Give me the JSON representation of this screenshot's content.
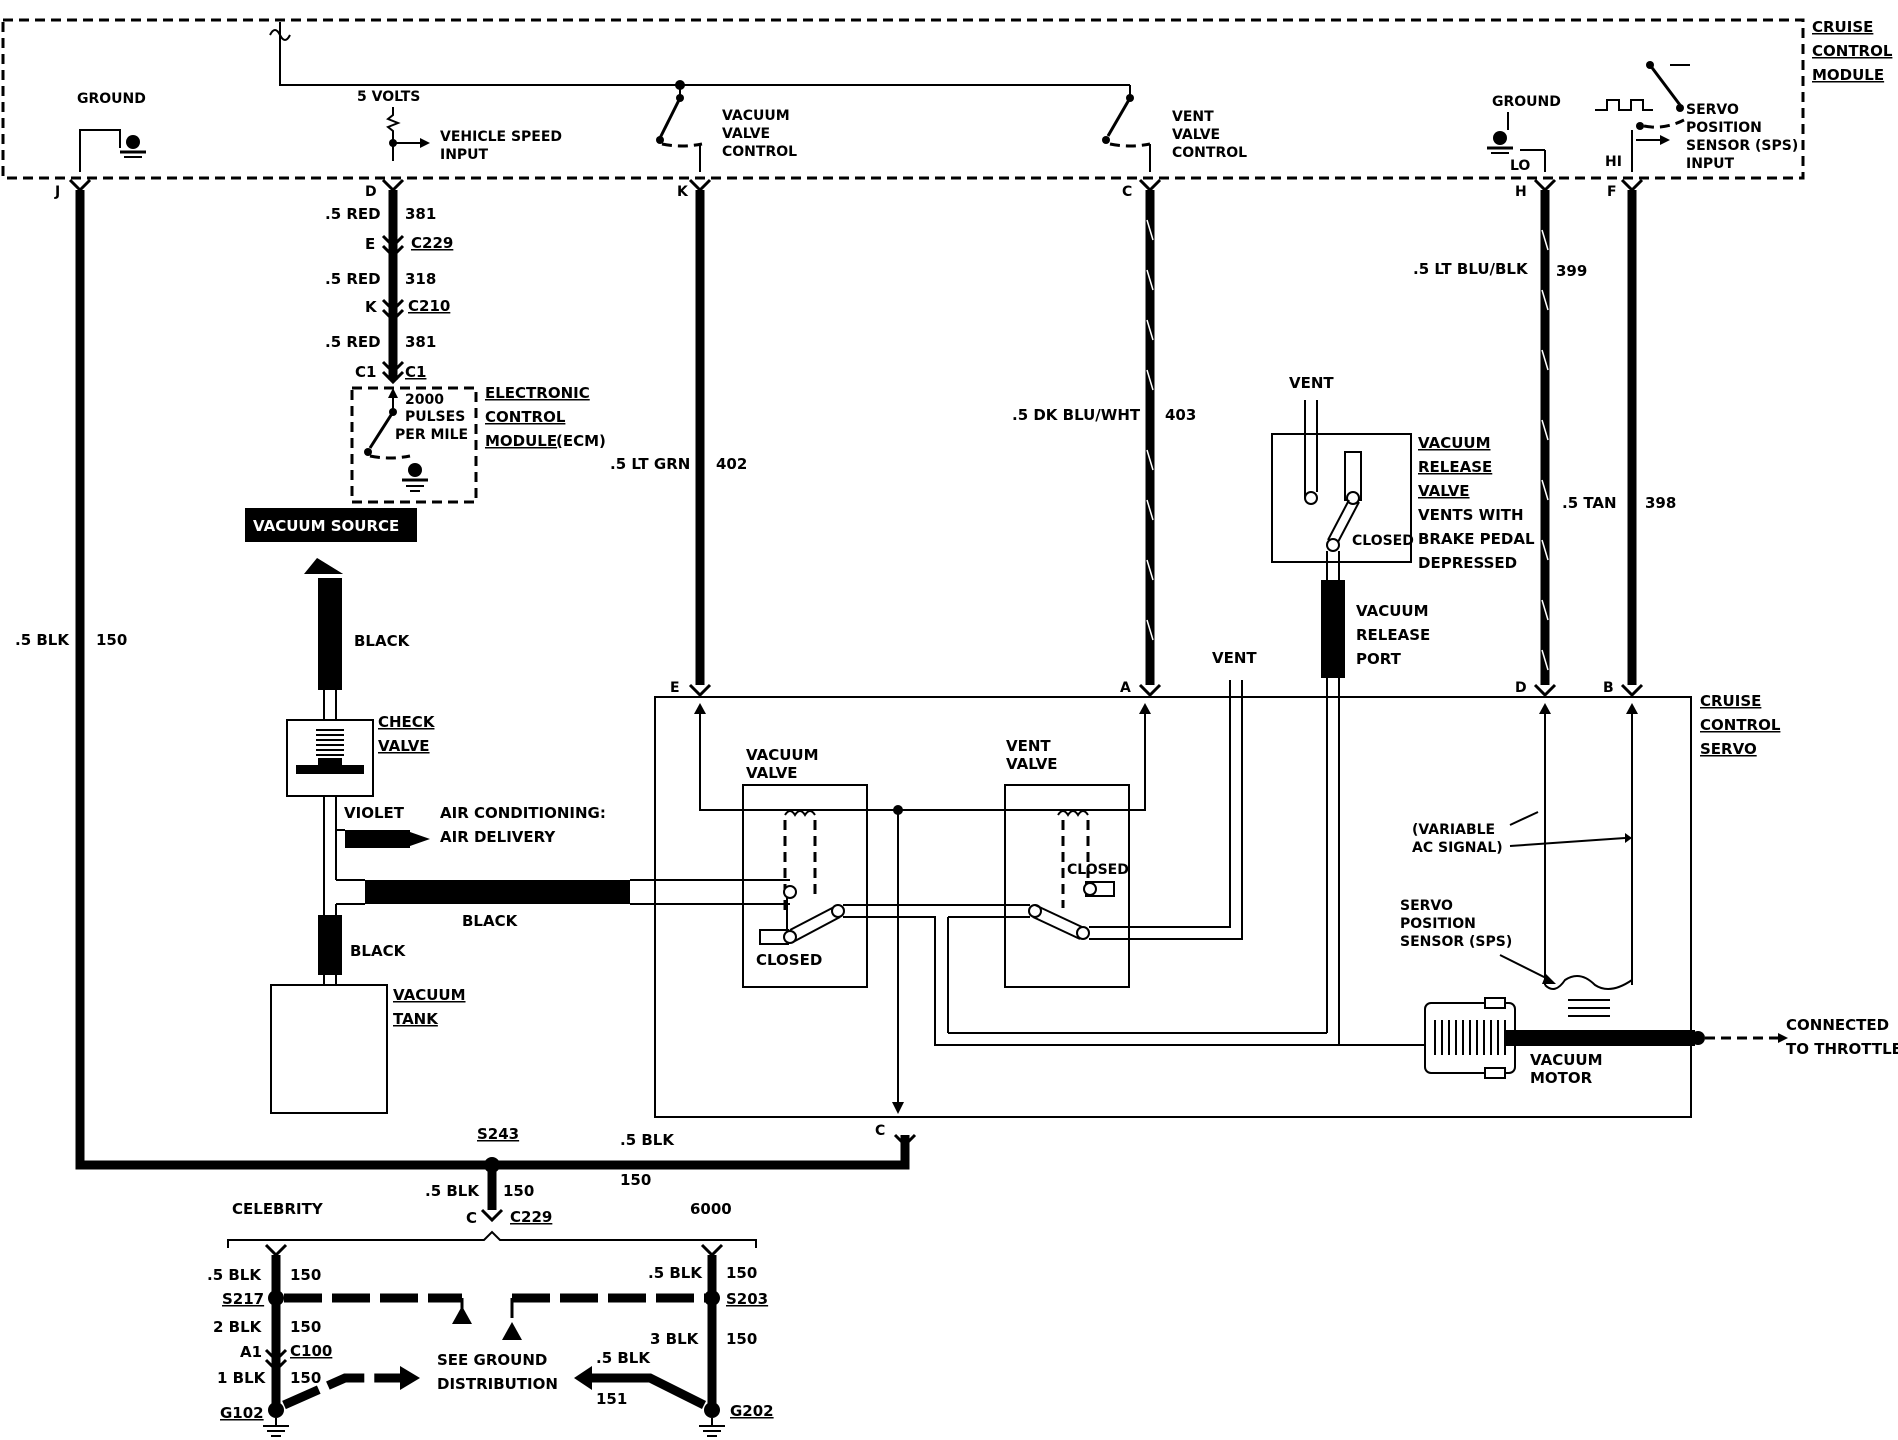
{
  "module": {
    "title_lines": [
      "CRUISE",
      "CONTROL",
      "MODULE"
    ],
    "ground": "GROUND",
    "five_volts": "5 VOLTS",
    "vss_input_lines": [
      "VEHICLE SPEED",
      "INPUT"
    ],
    "vacuum_valve_control_lines": [
      "VACUUM",
      "VALVE",
      "CONTROL"
    ],
    "vent_valve_control_lines": [
      "VENT",
      "VALVE",
      "CONTROL"
    ],
    "ground2": "GROUND",
    "lo": "LO",
    "hi": "HI",
    "sps_input_lines": [
      "SERVO",
      "POSITION",
      "SENSOR (SPS)",
      "INPUT"
    ],
    "pins": {
      "j": "J",
      "d": "D",
      "k": "K",
      "c": "C",
      "h": "H",
      "f": "F"
    }
  },
  "wires": {
    "red1": ".5 RED",
    "red1_num": "381",
    "c229_pin": "E",
    "c229": "C229",
    "red2": ".5 RED",
    "red2_num": "318",
    "c210_pin": "K",
    "c210": "C210",
    "red3": ".5 RED",
    "red3_num": "381",
    "c1_left": "C1",
    "c1_right": "C1",
    "lt_grn": ".5 LT GRN",
    "lt_grn_num": "402",
    "dk_blu": ".5 DK BLU/WHT",
    "dk_blu_num": "403",
    "lt_blu": ".5 LT BLU/BLK",
    "lt_blu_num": "399",
    "tan": ".5 TAN",
    "tan_num": "398",
    "blk": ".5 BLK",
    "blk_num": "150",
    "blk_bottom": ".5 BLK",
    "blk_bottom_num": "150"
  },
  "ecm": {
    "pulses_lines": [
      "2000",
      "PULSES",
      "PER MILE"
    ],
    "label_lines": [
      "ELECTRONIC",
      "CONTROL",
      "MODULE"
    ],
    "label_suffix": "(ECM)"
  },
  "vacuum": {
    "source": "VACUUM SOURCE",
    "black1": "BLACK",
    "check_valve_lines": [
      "CHECK",
      "VALVE"
    ],
    "violet": "VIOLET",
    "ac_lines": [
      "AIR CONDITIONING:",
      "AIR DELIVERY"
    ],
    "black2": "BLACK",
    "black3": "BLACK",
    "tank_lines": [
      "VACUUM",
      "TANK"
    ]
  },
  "release": {
    "vent": "VENT",
    "closed": "CLOSED",
    "label_lines": [
      "VACUUM",
      "RELEASE",
      "VALVE"
    ],
    "desc_lines": [
      "VENTS WITH",
      "BRAKE PEDAL",
      "DEPRESSED"
    ],
    "port_lines": [
      "VACUUM",
      "RELEASE",
      "PORT"
    ]
  },
  "servo": {
    "title_lines": [
      "CRUISE",
      "CONTROL",
      "SERVO"
    ],
    "pin_e": "E",
    "pin_a": "A",
    "pin_d": "D",
    "pin_b": "B",
    "pin_c": "C",
    "vent": "VENT",
    "vacuum_valve_lines": [
      "VACUUM",
      "VALVE"
    ],
    "vent_valve_lines": [
      "VENT",
      "VALVE"
    ],
    "closed1": "CLOSED",
    "closed2": "CLOSED",
    "variable_lines": [
      "(VARIABLE",
      "AC SIGNAL)"
    ],
    "sps_lines": [
      "SERVO",
      "POSITION",
      "SENSOR (SPS)"
    ],
    "motor_lines": [
      "VACUUM",
      "MOTOR"
    ],
    "throttle_lines": [
      "CONNECTED",
      "TO THROTTLE"
    ]
  },
  "ground_dist": {
    "s243": "S243",
    "blk": ".5 BLK",
    "blk_num": "150",
    "c_pin": "C",
    "c229": "C229",
    "celebrity": "CELEBRITY",
    "model_6000": "6000",
    "l_blk1": ".5 BLK",
    "l_num1": "150",
    "s217": "S217",
    "l_blk2": "2 BLK",
    "l_num2": "150",
    "a1": "A1",
    "c100": "C100",
    "l_blk3": "1 BLK",
    "l_num3": "150",
    "g102": "G102",
    "r_blk1": ".5 BLK",
    "r_num1": "150",
    "s203": "S203",
    "r_blk2": "3 BLK",
    "r_num2": "150",
    "r_blk3": ".5 BLK",
    "r_num3": "151",
    "g202": "G202",
    "see_lines": [
      "SEE GROUND",
      "DISTRIBUTION"
    ]
  }
}
